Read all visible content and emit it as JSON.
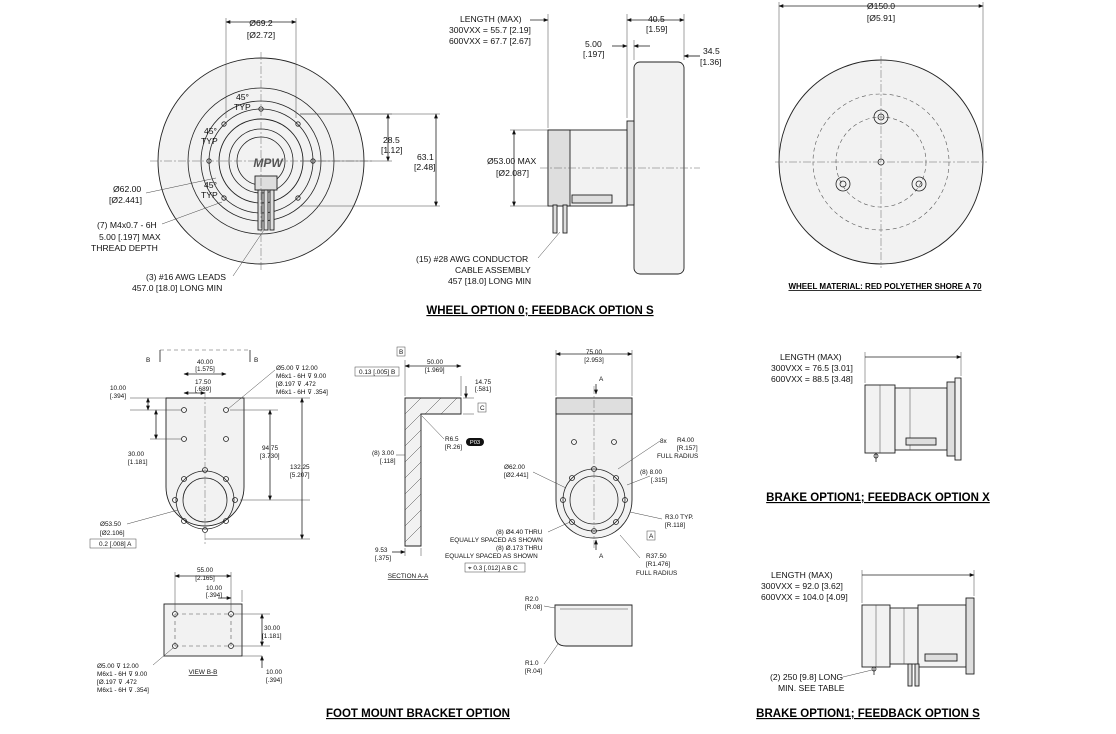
{
  "views": {
    "wheel_front": {
      "dia_top": "Ø69.2",
      "dia_top_in": "[Ø2.72]",
      "angle1": "45°",
      "typ1": "TYP",
      "angle2": "45°",
      "typ2": "TYP",
      "angle3": "45°",
      "typ3": "TYP",
      "logo": "MPW",
      "r1": "28.5",
      "r1_in": "[1.12]",
      "r2": "63.1",
      "r2_in": "[2.48]",
      "dia_mid": "Ø62.00",
      "dia_mid_in": "[Ø2.441]",
      "thread1": "(7) M4x0.7 - 6H",
      "thread2": "5.00 [.197] MAX",
      "thread3": "THREAD DEPTH",
      "leads1": "(3) #16 AWG LEADS",
      "leads2": "457.0 [18.0] LONG MIN"
    },
    "wheel_side": {
      "len1": "LENGTH (MAX)",
      "len2": "300VXX = 55.7 [2.19]",
      "len3": "600VXX = 67.7 [2.67]",
      "d1": "40.5",
      "d1_in": "[1.59]",
      "d2": "5.00",
      "d2_in": "[.197]",
      "d3": "34.5",
      "d3_in": "[1.36]",
      "dia": "Ø53.00 MAX",
      "dia_in": "[Ø2.087]",
      "cable1": "(15) #28 AWG CONDUCTOR",
      "cable2": "CABLE ASSEMBLY",
      "cable3": "457 [18.0] LONG MIN"
    },
    "wheel_face": {
      "dia": "Ø150.0",
      "dia_in": "[Ø5.91]",
      "material": "WHEEL MATERIAL: RED POLYETHER SHORE A 70"
    },
    "title_top": "WHEEL OPTION 0; FEEDBACK OPTION S",
    "bracket_front": {
      "b1": "B",
      "b2": "B",
      "w1": "40.00",
      "w1_in": "[1.575]",
      "w2": "17.50",
      "w2_in": "[.689]",
      "h1": "10.00",
      "h1_in": "[.394]",
      "h2": "30.00",
      "h2_in": "[1.181]",
      "h3": "94.75",
      "h3_in": "[3.730]",
      "h4": "132.25",
      "h4_in": "[5.207]",
      "hole1": "Ø5.00 ⊽ 12.00",
      "hole2": "M6x1 - 6H ⊽ 9.00",
      "hole3": "[Ø.197 ⊽ .472",
      "hole4": "M6x1 - 6H ⊽ .354]",
      "dia": "Ø53.50",
      "dia_in": "[Ø2.106]",
      "tol": "0.2 [.008] A"
    },
    "bracket_bottom": {
      "w1": "55.00",
      "w1_in": "[2.165]",
      "w2": "10.00",
      "w2_in": "[.394]",
      "h1": "30.00",
      "h1_in": "[1.181]",
      "h2": "10.00",
      "h2_in": "[.394]",
      "hole1": "Ø5.00 ⊽ 12.00",
      "hole2": "M6x1 - 6H ⊽ 9.00",
      "hole3": "[Ø.197 ⊽ .472",
      "hole4": "M6x1 - 6H ⊽ .354]",
      "label": "VIEW B-B"
    },
    "section_aa": {
      "datum_b": "B",
      "flat": "0.13 [.005] B",
      "w": "50.00",
      "w_in": "[1.969]",
      "t1": "14.75",
      "t1_in": "[.581]",
      "datum_c": "C",
      "r": "R6.5",
      "r_in": "[R.26]",
      "p": "P03",
      "t2": "(8) 3.00",
      "t2_in": "[.118]",
      "t3": "9.53",
      "t3_in": "[.375]",
      "label": "SECTION A-A"
    },
    "bracket_side": {
      "w": "75.00",
      "w_in": "[2.953]",
      "a1": "A",
      "a2": "A",
      "r1": "8x",
      "r1b": "R4.00",
      "r1_in": "[R.157]",
      "fr1": "FULL RADIUS",
      "s1": "(8) 8.00",
      "s1_in": "[.315]",
      "dia": "Ø62.00",
      "dia_in": "[Ø2.441]",
      "r3": "R3.0  TYP.",
      "r3_in": "[R.118]",
      "datum_a": "A",
      "thru1": "(8) Ø4.40 THRU",
      "thru2": "EQUALLY SPACED AS SHOWN",
      "thru3": "(8) Ø.173 THRU",
      "thru4": "EQUALLY SPACED AS SHOWN",
      "pos": "⌖ 0.3 [.012] A B C",
      "r4": "R37.50",
      "r4_in": "[R1.476]",
      "fr2": "FULL RADIUS"
    },
    "bracket_end": {
      "r1": "R2.0",
      "r1_in": "[R.08]",
      "r2": "R1.0",
      "r2_in": "[R.04]"
    },
    "title_bottom": "FOOT MOUNT BRACKET OPTION",
    "brake_x": {
      "len1": "LENGTH (MAX)",
      "len2": "300VXX = 76.5 [3.01]",
      "len3": "600VXX = 88.5 [3.48]",
      "title": "BRAKE OPTION1; FEEDBACK OPTION X"
    },
    "brake_s": {
      "len1": "LENGTH (MAX)",
      "len2": "300VXX = 92.0 [3.62]",
      "len3": "600VXX = 104.0 [4.09]",
      "note1": "(2) 250 [9.8] LONG",
      "note2": "MIN. SEE TABLE",
      "title": "BRAKE OPTION1; FEEDBACK OPTION S"
    }
  }
}
